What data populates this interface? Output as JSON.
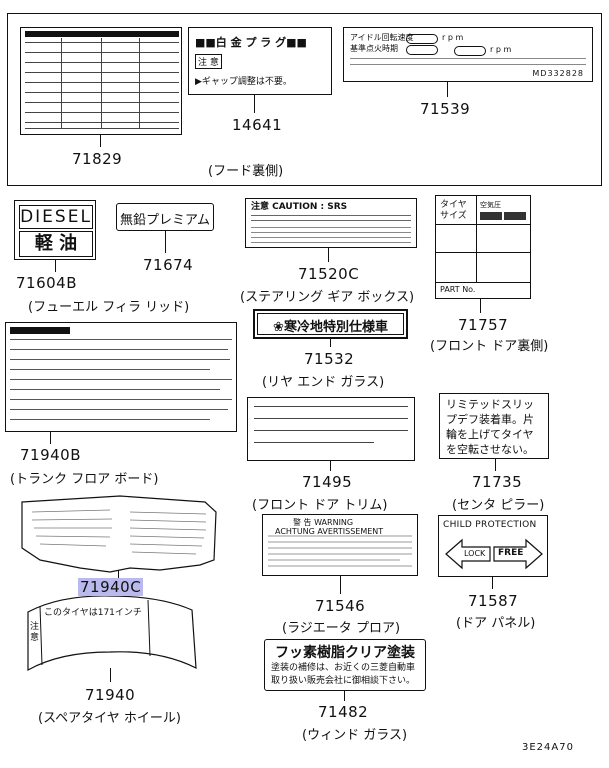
{
  "hood_group": {
    "caption": "(フード裏側)",
    "parts": [
      {
        "number": "71829"
      },
      {
        "number": "14641",
        "label_title": "■■白 金 プ ラ グ■■",
        "label_sub": "注 意",
        "label_text": "▶ギャップ調整は不要。"
      },
      {
        "number": "71539",
        "label_line1": "アイドル回転速度",
        "label_line2": "基準点火時期",
        "label_unit_rpm": "r p m",
        "label_code": "MD332828"
      }
    ]
  },
  "parts": [
    {
      "number": "71604B",
      "caption": "(フューエル フィラ リッド)",
      "label_line1": "DIESEL",
      "label_line2": "軽 油"
    },
    {
      "number": "71674",
      "label_text": "無鉛プレミアム"
    },
    {
      "number": "71520C",
      "caption": "(ステアリング ギア ボックス)",
      "label_title": "注意 CAUTION : SRS"
    },
    {
      "number": "71757",
      "caption": "(フロント ドア裏側)",
      "label_tire": "タイヤ サイズ",
      "label_pressure": "空気圧",
      "label_part": "PART No."
    },
    {
      "number": "71940B",
      "caption": "(トランク フロア ボード)"
    },
    {
      "number": "71532",
      "caption": "(リヤ エンド ガラス)",
      "label_text": "❀寒冷地特別仕様車"
    },
    {
      "number": "71495",
      "caption": "(フロント ドア トリム)"
    },
    {
      "number": "71735",
      "caption": "(センタ ピラー)",
      "label_text": "リミテッドスリップデフ装着車。片輪を上げてタイヤを空転させない。"
    },
    {
      "number": "71940C",
      "highlighted": true
    },
    {
      "number": "71546",
      "caption": "(ラジエータ プロア)",
      "label_title": "警 告  WARNING",
      "label_sub": "ACHTUNG  AVERTISSEMENT"
    },
    {
      "number": "71587",
      "caption": "(ドア パネル)",
      "label_title": "CHILD PROTECTION",
      "label_lock": "LOCK",
      "label_free": "FREE"
    },
    {
      "number": "71940",
      "caption": "(スペアタイヤ ホイール)",
      "label_text1": "このタイヤは171インチ",
      "label_text2": "注意"
    },
    {
      "number": "71482",
      "caption": "(ウィンド ガラス)",
      "label_title": "フッ素樹脂クリア塗装",
      "label_text": "塗装の補修は、お近くの三菱自動車取り扱い販売会社に御相談下さい。"
    }
  ],
  "diagram_code": "3E24A70"
}
